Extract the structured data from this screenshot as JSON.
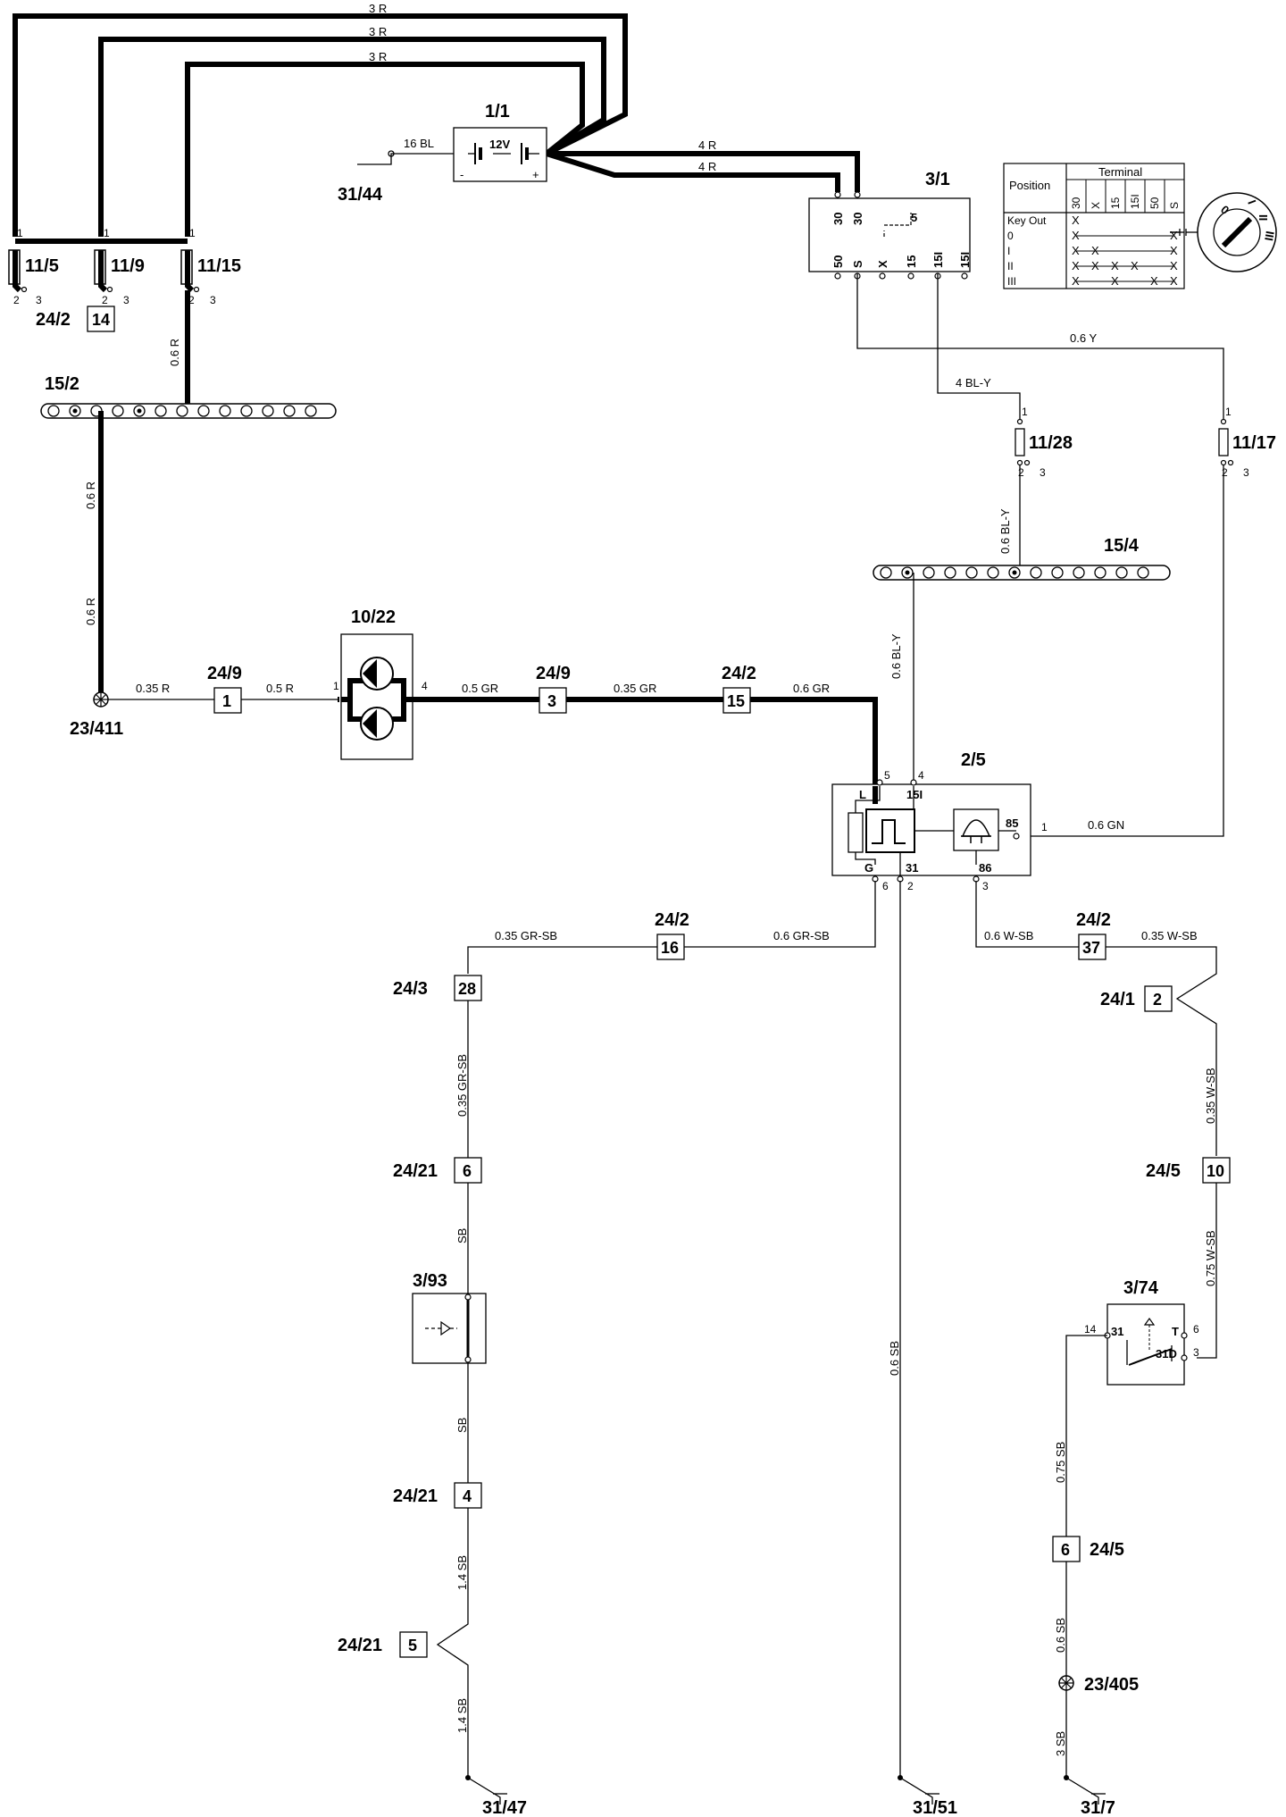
{
  "components": {
    "battery": {
      "id": "1/1",
      "voltage": "12V",
      "neg": "-",
      "pos": "+"
    },
    "ignition_switch": {
      "id": "3/1",
      "top_terminals": [
        "30",
        "30"
      ],
      "bottom_terminals": [
        "50",
        "S",
        "X",
        "15",
        "15I",
        "15I"
      ],
      "inner_label": "5"
    },
    "fuse_11_5": {
      "id": "11/5"
    },
    "fuse_11_9": {
      "id": "11/9"
    },
    "fuse_11_15": {
      "id": "11/15"
    },
    "fuse_11_28": {
      "id": "11/28"
    },
    "fuse_11_17": {
      "id": "11/17"
    },
    "busbar_15_2": {
      "id": "15/2"
    },
    "busbar_15_4": {
      "id": "15/4"
    },
    "lamp_10_22": {
      "id": "10/22"
    },
    "relay_2_5": {
      "id": "2/5",
      "terminals": [
        "L",
        "15I",
        "85",
        "G",
        "31",
        "86"
      ]
    },
    "switch_3_93": {
      "id": "3/93"
    },
    "switch_3_74": {
      "id": "3/74",
      "terminals": [
        "31",
        "T",
        "31D"
      ]
    },
    "ground_23_411": {
      "id": "23/411"
    },
    "ground_23_405": {
      "id": "23/405"
    },
    "ground_31_44": {
      "id": "31/44"
    },
    "ground_31_47": {
      "id": "31/47"
    },
    "ground_31_51": {
      "id": "31/51"
    },
    "ground_31_7": {
      "id": "31/7"
    }
  },
  "connectors": {
    "c24_2_14": {
      "id": "24/2",
      "pin": "14"
    },
    "c24_9_1": {
      "id": "24/9",
      "pin": "1"
    },
    "c24_9_3": {
      "id": "24/9",
      "pin": "3"
    },
    "c24_2_15": {
      "id": "24/2",
      "pin": "15"
    },
    "c24_2_16": {
      "id": "24/2",
      "pin": "16"
    },
    "c24_2_37": {
      "id": "24/2",
      "pin": "37"
    },
    "c24_3_28": {
      "id": "24/3",
      "pin": "28"
    },
    "c24_21_6": {
      "id": "24/21",
      "pin": "6"
    },
    "c24_21_4": {
      "id": "24/21",
      "pin": "4"
    },
    "c24_21_5": {
      "id": "24/21",
      "pin": "5"
    },
    "c24_1_2": {
      "id": "24/1",
      "pin": "2"
    },
    "c24_5_10": {
      "id": "24/5",
      "pin": "10"
    },
    "c24_5_6": {
      "id": "24/5",
      "pin": "6"
    }
  },
  "wires": {
    "top1": "3 R",
    "top2": "3 R",
    "top3": "3 R",
    "bat_neg": "16 BL",
    "bat_sw1": "4 R",
    "bat_sw2": "4 R",
    "f15_r": "0.6 R",
    "bb_a": "0.6 R",
    "bb_b": "0.6 R",
    "h1": "0.35 R",
    "h2": "0.5 R",
    "h3": "0.5 GR",
    "h4": "0.35 GR",
    "h5": "0.6 GR",
    "s_y": "0.6 Y",
    "s_bly": "4 BL-Y",
    "f28_bly": "0.6 BL-Y",
    "bb4_bly": "0.6 BL-Y",
    "gn": "0.6 GN",
    "grsb_left": "0.35 GR-SB",
    "grsb_right": "0.6 GR-SB",
    "grsb_v": "0.35 GR-SB",
    "sb_a": "SB",
    "sb_b": "SB",
    "sb14_a": "1.4 SB",
    "sb14_b": "1.4 SB",
    "sb06": "0.6 SB",
    "wsb_a": "0.6 W-SB",
    "wsb_b": "0.35 W-SB",
    "wsb_c": "0.35 W-SB",
    "wsb_d": "0.75 W-SB",
    "sb075": "0.75 SB",
    "sb06b": "0.6 SB",
    "sb3": "3 SB"
  },
  "pins": {
    "f_1": "1",
    "f_2": "2",
    "f_3": "3",
    "lamp_1": "1",
    "lamp_4": "4",
    "r_5": "5",
    "r_4": "4",
    "r_1": "1",
    "r_6": "6",
    "r_2": "2",
    "r_3": "3",
    "s74_14": "14",
    "s74_6": "6",
    "s74_3": "3"
  },
  "key_table": {
    "header_position": "Position",
    "header_terminal": "Terminal",
    "columns": [
      "30",
      "X",
      "15",
      "15I",
      "50",
      "S"
    ],
    "rows": [
      {
        "label": "Key Out",
        "marks": [
          1,
          0,
          0,
          0,
          0,
          0
        ]
      },
      {
        "label": "0",
        "marks": [
          1,
          0,
          0,
          0,
          0,
          1
        ]
      },
      {
        "label": "I",
        "marks": [
          1,
          1,
          0,
          0,
          0,
          1
        ]
      },
      {
        "label": "II",
        "marks": [
          1,
          1,
          1,
          1,
          0,
          1
        ]
      },
      {
        "label": "III",
        "marks": [
          1,
          0,
          1,
          0,
          1,
          1
        ]
      }
    ],
    "mark": "X",
    "dial_positions": [
      "0",
      "I",
      "II",
      "III"
    ]
  }
}
